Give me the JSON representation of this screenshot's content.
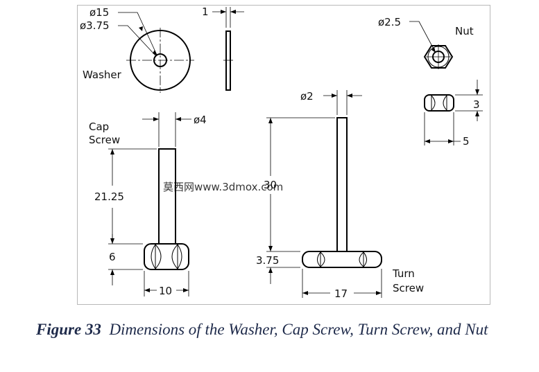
{
  "figure": {
    "number": "Figure 33",
    "caption": "Dimensions of the Washer, Cap Screw, Turn Screw, and Nut"
  },
  "washer": {
    "label": "Washer",
    "outer_diameter": "ø15",
    "inner_diameter": "ø3.75",
    "thickness": "1"
  },
  "nut": {
    "label": "Nut",
    "hole_diameter": "ø2.5",
    "height": "3",
    "width": "5"
  },
  "cap_screw": {
    "label_line1": "Cap",
    "label_line2": "Screw",
    "shank_diameter": "ø4",
    "shank_length": "21.25",
    "head_height": "6",
    "head_width": "10"
  },
  "turn_screw": {
    "label_line1": "Turn",
    "label_line2": "Screw",
    "shank_diameter": "ø2",
    "shank_length": "30",
    "head_height": "3.75",
    "head_width": "17"
  },
  "watermark": "莫西网www.3dmox.com"
}
